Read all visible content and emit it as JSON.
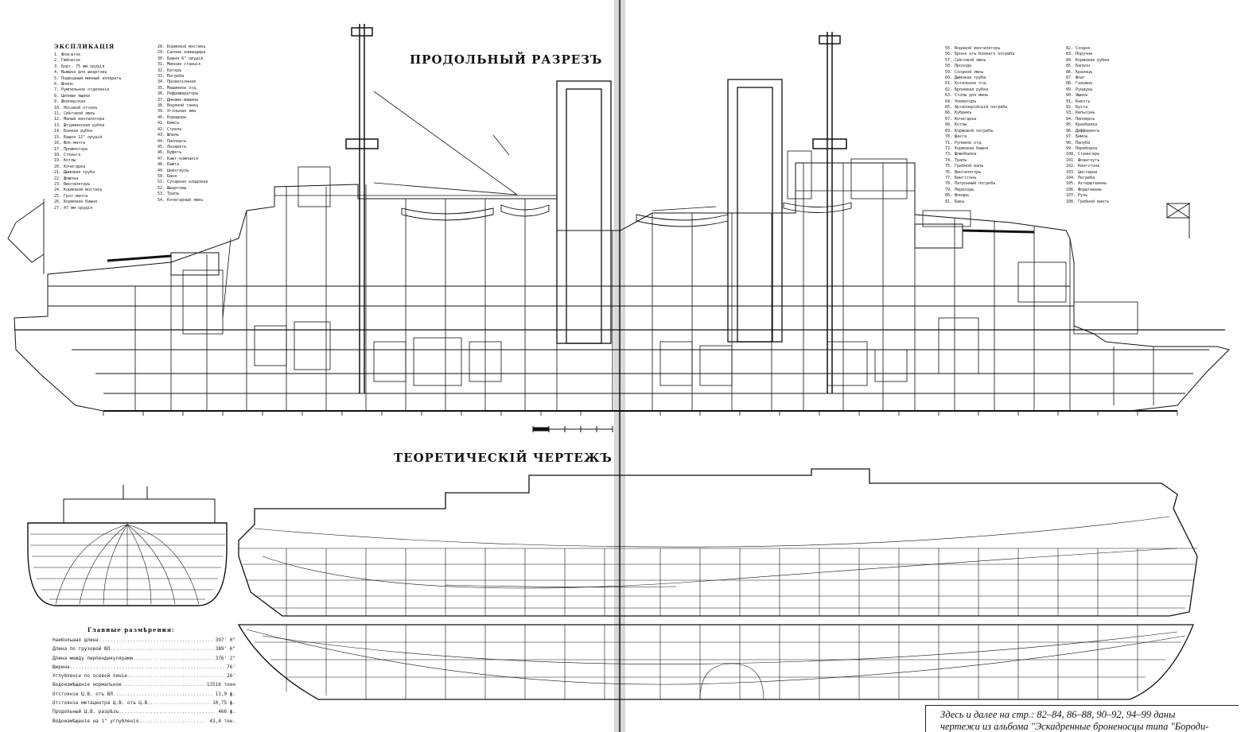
{
  "titles": {
    "longitudinal": "ПРОДОЛЬНЫЙ РАЗРЕЗЪ",
    "theoretical": "ТЕОРЕТИЧЕСКІЙ ЧЕРТЕЖЪ",
    "legend_header": "ЭКСПЛИКАЦІЯ",
    "dims_header": "Главные размѣрения:"
  },
  "legend_col1": [
    "1. Флагшток",
    "2. Гюйсшток",
    "3. Борт. 75 мм орудія",
    "4. Вьюшка для швартовъ",
    "5. Подводный минный аппаратъ",
    "6. Шпиль",
    "7. Румпельное отделеніе",
    "8. Цепные ящики",
    "9. Шкиперская",
    "10. Носовой отсекъ",
    "11. Свѣтовой люкъ",
    "12. Малый вентиляторъ",
    "13. Штурманская рубка",
    "14. Боевая рубка",
    "15. Башня 12\" орудій",
    "16. Фок-мачта",
    "17. Прожекторъ",
    "18. Стеньга",
    "19. Котлы",
    "20. Кочегарка",
    "21. Дымовая труба",
    "22. Шлюпка",
    "23. Вентиляторъ",
    "24. Кормовой мостикъ",
    "25. Грот-мачта",
    "26. Кормовая башня",
    "27. 47 мм орудія"
  ],
  "legend_col2": [
    "28. Кормовой мостикъ",
    "29. Салонъ командира",
    "30. Башня 6\" орудій",
    "31. Минная станція",
    "32. Катеръ",
    "33. Погреба",
    "34. Провизіонная",
    "35. Машинное отд.",
    "36. Рефрижераторъ",
    "37. Динамо-машина",
    "38. Водяной танкъ",
    "39. Угольная яма",
    "40. Коридоръ",
    "41. Бимсъ",
    "42. Стрела",
    "43. Шпиль",
    "44. Пиллерсъ",
    "45. Лазаретъ",
    "46. Буфетъ",
    "47. Кают-компанія",
    "48. Каюта",
    "49. Цейхгаузъ",
    "50. Баня",
    "51. Сухарная кладовая",
    "52. Швартовы",
    "53. Трапъ",
    "54. Кочегарный люкъ"
  ],
  "legend_col3": [
    "55. Водяной вентиляторъ",
    "56. Броня отъ боеваго погреба",
    "57. Свѣтовой люкъ",
    "58. Проходъ",
    "59. Сходной люкъ",
    "60. Дымовая труба",
    "61. Котельное отд.",
    "62. Броневая рубка",
    "63. Столы для минъ",
    "64. Элеваторъ",
    "65. Артиллерійскій погребъ",
    "66. Кубрикъ",
    "67. Кочегарка",
    "68. Котлы",
    "69. Кормовой погребъ",
    "70. Шахта",
    "71. Рулевое отд.",
    "72. Кормовая башня",
    "73. Шлюпбалка",
    "74. Трапъ",
    "75. Гребной валъ",
    "76. Вентиляторъ",
    "77. Кингстонъ",
    "78. Патронный погребъ",
    "79. Переходъ",
    "80. Фонарь",
    "81. Бакъ"
  ],
  "legend_col4": [
    "82. Сходня",
    "83. Поручни",
    "84. Кормовая рубка",
    "85. Балкон",
    "86. Кранецъ",
    "87. Флаг",
    "88. Гальюнъ",
    "89. Рундукъ",
    "90. Ящикъ",
    "91. Кнехтъ",
    "92. Бухта",
    "93. Кильсонъ",
    "94. Пиллерсъ",
    "95. Кранбалка",
    "96. Дифферентъ",
    "97. Бимсы",
    "98. Палуба",
    "99. Переборка",
    "100. Стрингеръ",
    "101. Шпангоутъ",
    "102. Кингстонъ",
    "103. Цистерна",
    "104. Погреба",
    "105. Ахтерштевень",
    "106. Форштевень",
    "107. Руль",
    "108. Гребной винтъ"
  ],
  "dimensions": [
    {
      "label": "Наибольшая длина",
      "value": "397' 0\""
    },
    {
      "label": "Длина по грузовой ВЛ",
      "value": "389' 6\""
    },
    {
      "label": "Длина между перпендикулярами",
      "value": "376' 2\""
    },
    {
      "label": "Ширина",
      "value": "76'"
    },
    {
      "label": "Углубленіе по осевой линіи",
      "value": "26'"
    },
    {
      "label": "Водоизмѣщеніе нормальное",
      "value": "13516 тонн"
    },
    {
      "label": "Отстояніе Ц.В. отъ ВЛ",
      "value": "11,9 ф."
    },
    {
      "label": "Отстояніе метацентра Ц.В. отъ Ц.В.",
      "value": "10,75 ф."
    },
    {
      "label": "Продольный Ц.В. разрѣзъ",
      "value": "466 ф."
    },
    {
      "label": "Водоизмѣщеніе на 1\" углубленія",
      "value": "43,4 тон."
    }
  ],
  "caption": {
    "line1": "Здесь и далее на стр.: 82–84, 86–88, 90–92, 94–99 даны",
    "line2": "чертежи из альбома \"Эскадренные броненосцы типа \"Бороди-"
  }
}
